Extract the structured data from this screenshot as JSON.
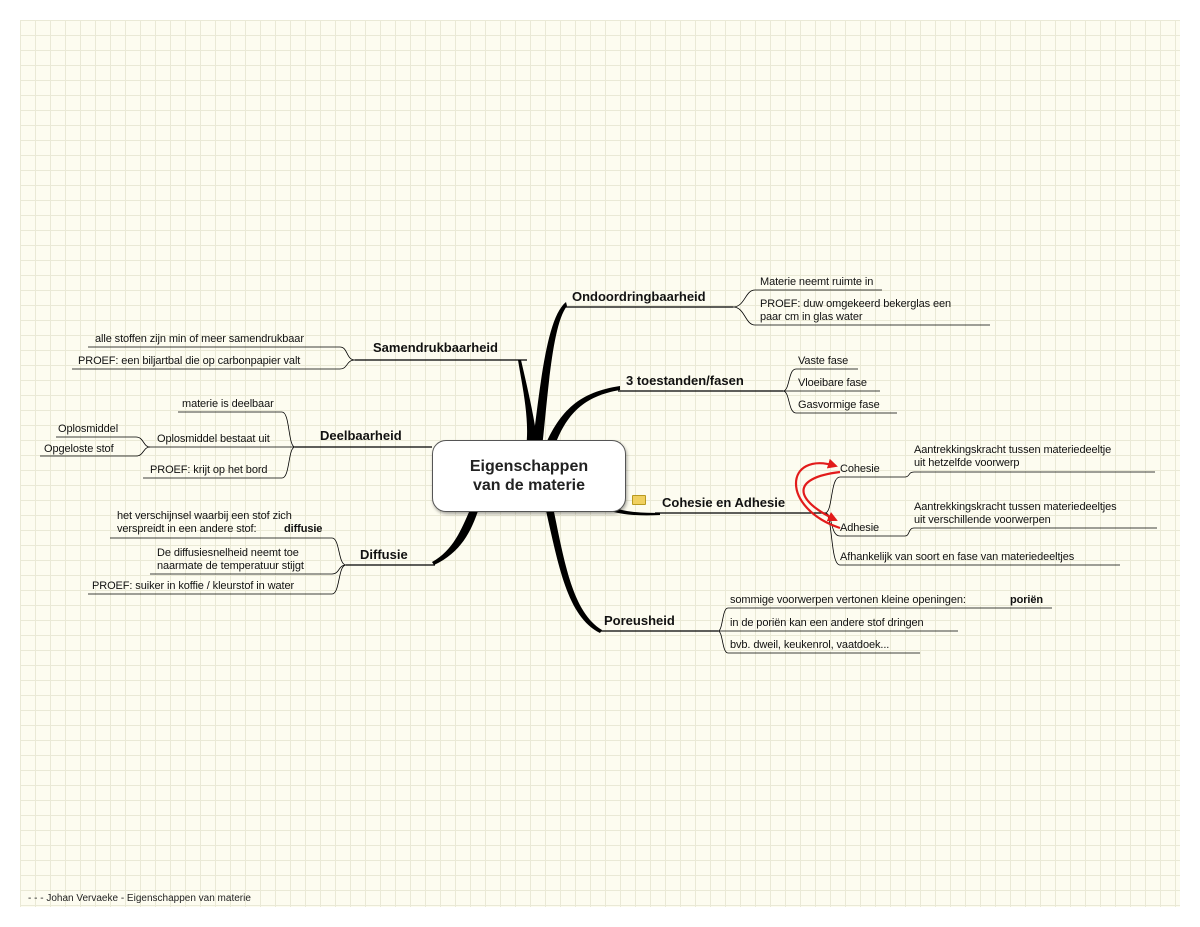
{
  "central_topic": {
    "line1": "Eigenschappen",
    "line2": "van de materie"
  },
  "branches": {
    "ondoordringbaarheid": {
      "title": "Ondoordringbaarheid",
      "items": [
        "Materie neemt ruimte in",
        "PROEF: duw omgekeerd bekerglas een",
        "paar cm in glas water"
      ]
    },
    "toestanden": {
      "title": "3 toestanden/fasen",
      "items": [
        "Vaste fase",
        "Vloeibare fase",
        "Gasvormige fase"
      ]
    },
    "cohesie_adhesie": {
      "title": "Cohesie en Adhesie",
      "cohesie": {
        "label": "Cohesie",
        "desc1": "Aantrekkingskracht tussen materiedeeltje",
        "desc2": "uit hetzelfde voorwerp"
      },
      "adhesie": {
        "label": "Adhesie",
        "desc1": "Aantrekkingskracht tussen materiedeeltjes",
        "desc2": "uit verschillende voorwerpen"
      },
      "afhankelijk": "Afhankelijk van soort en fase van materiedeeltjes"
    },
    "poreusheid": {
      "title": "Poreusheid",
      "item1": "sommige voorwerpen vertonen kleine openingen:",
      "item1_bold": "poriën",
      "item2": "in de poriën kan een andere stof dringen",
      "item3": "bvb. dweil, keukenrol, vaatdoek..."
    },
    "samendrukbaarheid": {
      "title": "Samendrukbaarheid",
      "items": [
        "alle stoffen zijn min of meer samendrukbaar",
        "PROEF: een biljartbal die op carbonpapier valt"
      ]
    },
    "deelbaarheid": {
      "title": "Deelbaarheid",
      "item1": "materie is deelbaar",
      "item2": "Oplosmiddel bestaat uit",
      "sub1": "Oplosmiddel",
      "sub2": "Opgeloste stof",
      "item3": "PROEF: krijt op het bord"
    },
    "diffusie": {
      "title": "Diffusie",
      "item1_line1": "het verschijnsel waarbij een stof zich",
      "item1_line2": "verspreidt in een andere stof:",
      "item1_bold": "diffusie",
      "item2_line1": "De diffusiesnelheid neemt toe",
      "item2_line2": "naarmate de temperatuur stijgt",
      "item3": "PROEF: suiker in koffie / kleurstof in water"
    }
  },
  "footer": "-  -  - Johan Vervaeke -  Eigenschappen van materie",
  "colors": {
    "branch": "#000000",
    "relation_arrow": "#e21b1b",
    "background": "#fdfcf0",
    "grid": "#eae9d6"
  }
}
